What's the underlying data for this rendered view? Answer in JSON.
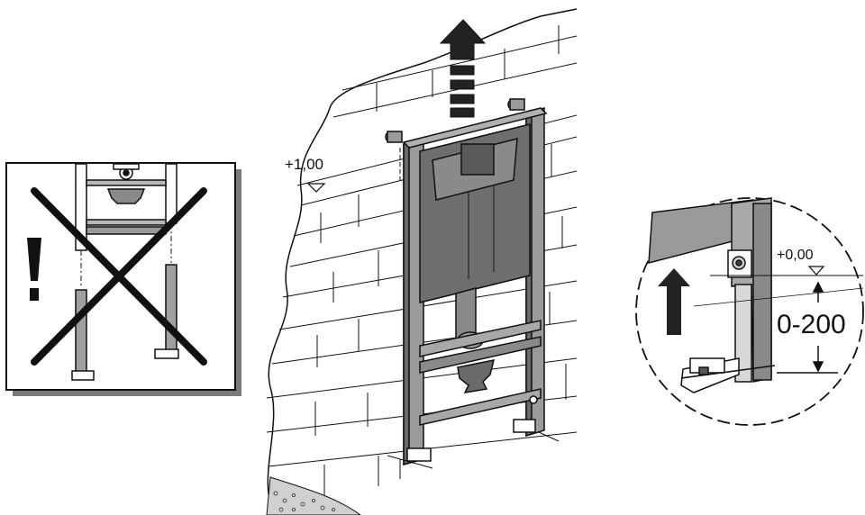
{
  "labels": {
    "height_top": "+1,00",
    "height_floor": "+0,00",
    "adjust_range": "0-200"
  },
  "colors": {
    "line": "#111111",
    "frame_fill": "#8a8a8a",
    "frame_dark": "#4a4a4a",
    "cistern_fill": "#6e6e6e",
    "shadow": "#7a7a7a",
    "wall_fill": "#ffffff"
  },
  "icons": {
    "warning": "exclamation-icon",
    "forbidden": "cross-out-icon",
    "raise": "arrow-up-icon"
  }
}
